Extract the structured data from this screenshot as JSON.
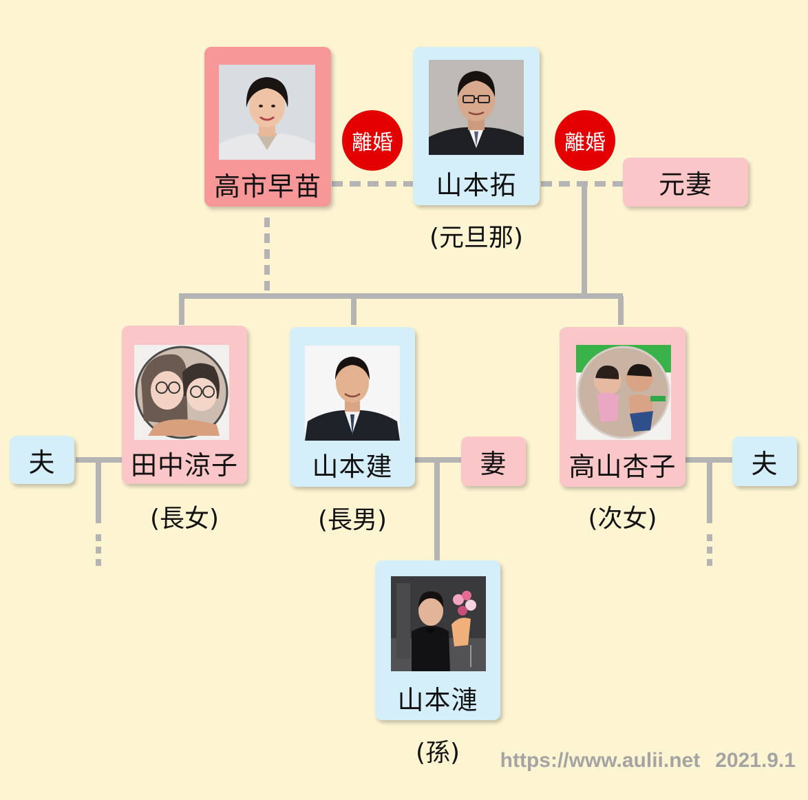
{
  "people": {
    "takaichi": {
      "name": "高市早苗"
    },
    "yamamoto_taku": {
      "name": "山本拓",
      "role": "(元旦那)"
    },
    "ex_wife": {
      "name": "元妻"
    },
    "tanaka": {
      "name": "田中涼子",
      "role": "(長女)"
    },
    "yamamoto_ken": {
      "name": "山本建",
      "role": "(長男)"
    },
    "takayama": {
      "name": "高山杏子",
      "role": "(次女)"
    },
    "yamamoto_ren": {
      "name": "山本漣",
      "role": "(孫)"
    },
    "husband_left": {
      "name": "夫"
    },
    "husband_right": {
      "name": "夫"
    },
    "wife": {
      "name": "妻"
    }
  },
  "badges": {
    "divorce_1": "離婚",
    "divorce_2": "離婚"
  },
  "footer": {
    "url": "https://www.aulii.net",
    "date": "2021.9.1"
  },
  "colors": {
    "background": "#fdf4d2",
    "female_primary": "#f79797",
    "female": "#fbc6c8",
    "male": "#d4eefa",
    "divorce_badge": "#e40000",
    "connector": "#b4b4b4"
  }
}
